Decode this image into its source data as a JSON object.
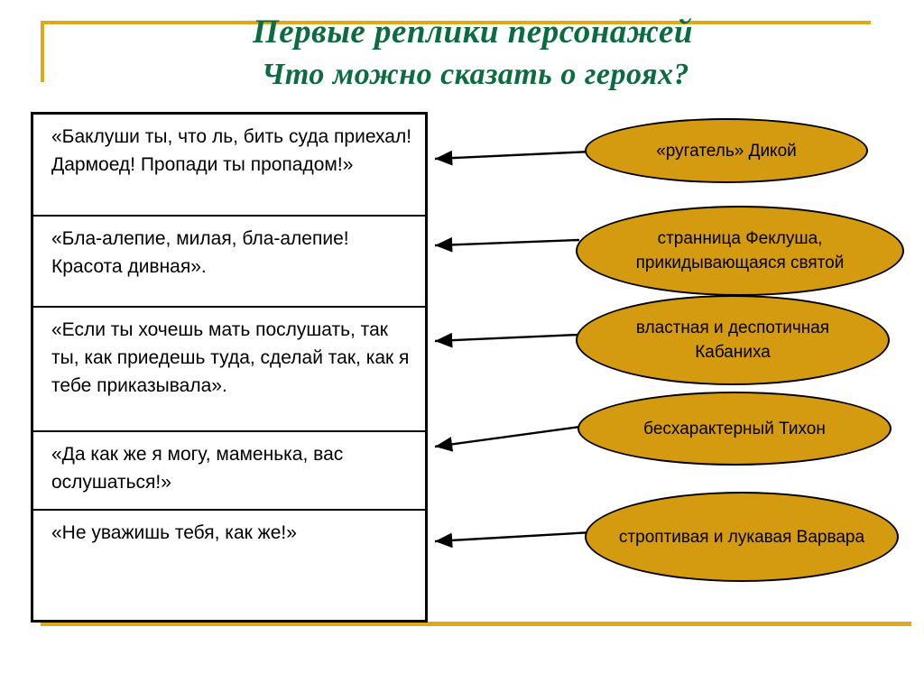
{
  "slide": {
    "title_line_1": "Первые реплики персонажей",
    "title_line_2": "Что можно сказать о героях?",
    "title_color": "#0C6B41",
    "accent_color": "#E0A918",
    "ellipse_fill_color": "#D49A10",
    "outline_color": "#000000"
  },
  "quotes": [
    {
      "text": "«Баклуши ты, что ль, бить суда приехал! Дармоед! Пропади ты пропадом!»"
    },
    {
      "text": "«Бла-алепие, милая, бла-алепие! Красота дивная»."
    },
    {
      "text": "«Если ты хочешь мать послушать, так ты, как приедешь туда, сделай так, как я тебе приказывала»."
    },
    {
      "text": "«Да как же я могу, маменька, вас ослушаться!»"
    },
    {
      "text": "«Не уважишь тебя, как же!»"
    }
  ],
  "characters": [
    {
      "label": "«ругатель» Дикой"
    },
    {
      "label": "странница Феклуша, прикидывающаяся святой"
    },
    {
      "label": "властная и деспотичная Кабаниха"
    },
    {
      "label": "бесхарактерный Тихон"
    },
    {
      "label": "строптивая и лукавая Варвара"
    }
  ],
  "connectors": [
    {
      "from_character": 0,
      "to_quote": 0
    },
    {
      "from_character": 1,
      "to_quote": 1
    },
    {
      "from_character": 2,
      "to_quote": 2
    },
    {
      "from_character": 3,
      "to_quote": 3
    },
    {
      "from_character": 4,
      "to_quote": 4
    }
  ]
}
